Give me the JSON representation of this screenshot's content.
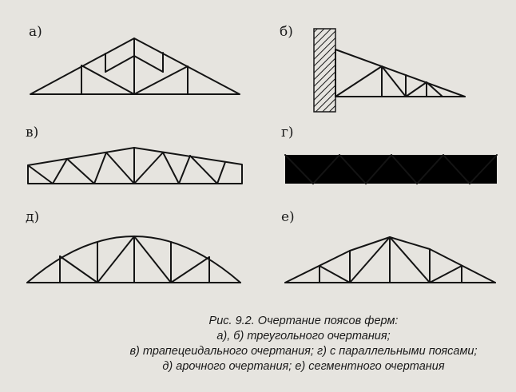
{
  "panels": [
    {
      "id": "a",
      "label": "а)"
    },
    {
      "id": "b",
      "label": "б)"
    },
    {
      "id": "v",
      "label": "в)"
    },
    {
      "id": "g",
      "label": "г)"
    },
    {
      "id": "d",
      "label": "д)"
    },
    {
      "id": "e",
      "label": "е)"
    }
  ],
  "caption": {
    "line1": "Рис. 9.2. Очертание поясов ферм:",
    "line2": "а), б) треугольного очертания;",
    "line3": "в) трапецеидального очертания; г) с параллельными поясами;",
    "line4": "д) арочного очертания; е) сегментного очертания"
  },
  "colors": {
    "ink": "#141414",
    "paper": "#e6e4df"
  },
  "wall_icon": "hatched-wall-support"
}
